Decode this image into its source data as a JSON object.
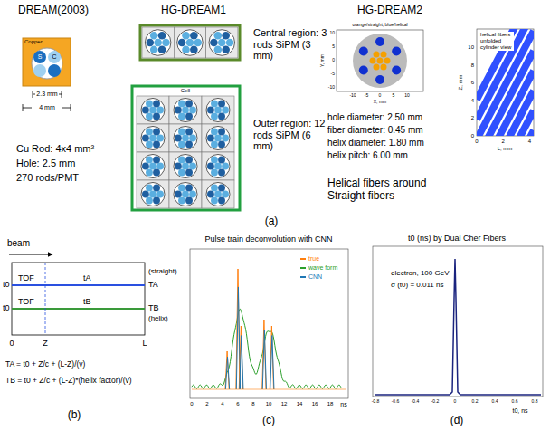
{
  "diagram": {
    "labels": [
      "DREAM(2003)",
      "HG-DREAM1",
      "HG-DREAM2",
      "Copper",
      "S",
      "C",
      "2.3 mm",
      "4 mm",
      "Cu Rod: 4x4 mm²",
      "Hole: 2.5 mm",
      "270 rods/PMT",
      "Central region: 3 rods SiPM (3 mm)",
      "Cell",
      "Outer region: 12 rods SiPM (6 mm)",
      "orange/straight, blue/helical",
      "-10",
      "-5",
      "0",
      "5",
      "10",
      "-10",
      "-5",
      "0",
      "5",
      "10",
      "X, mm",
      "Y, mm",
      "helical fibers unfolded cylinder view",
      "0",
      "2",
      "4",
      "0",
      "2",
      "4",
      "6",
      "8",
      "10",
      "L, mm",
      "Z, mm",
      "hole diameter: 2.50 mm",
      "fiber diameter: 0.45 mm",
      "helix diameter: 1.80 mm",
      "helix pitch: 6.00 mm",
      "Helical fibers around Straight fibers",
      "(a)",
      "beam",
      "t0",
      "TOF",
      "tA",
      "TA",
      "(straight)",
      "t0",
      "TOF",
      "tB",
      "TB",
      "(helix)",
      "0",
      "Z",
      "L",
      "TA = t0 + Z/c + (L-Z)/(v)",
      "TB = t0 + Z/c + (L-Z)*(helix factor)/(v)",
      "(b)",
      "Pulse train deconvolution with CNN",
      "0",
      "2",
      "4",
      "6",
      "8",
      "10",
      "12",
      "14",
      "16",
      "18",
      "ns",
      "(c)",
      "t0 (ns) by Dual Cher Fibers",
      "electron, 100 GeV",
      "σ (t0) = 0.011 ns",
      "-0.8",
      "-0.6",
      "-0.4",
      "-0.2",
      "0",
      "0.2",
      "0.4",
      "0.6",
      "0.8",
      "t0, ns",
      "(d)"
    ],
    "legend": [
      {
        "text": "true",
        "color": "#ff7f0e"
      },
      {
        "text": "wave form",
        "color": "#2ca02c"
      },
      {
        "text": "CNN",
        "color": "#1f77b4"
      }
    ]
  }
}
